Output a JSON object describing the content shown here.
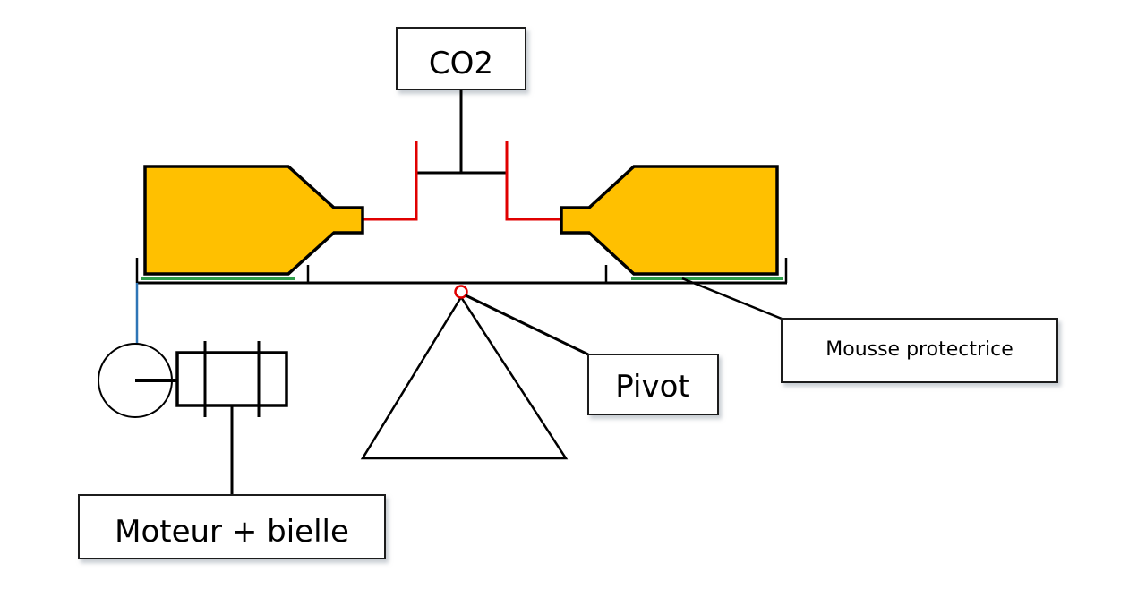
{
  "labels": {
    "co2": "CO2",
    "pivot": "Pivot",
    "foam": "Mousse protectrice",
    "motor": "Moteur + bielle"
  },
  "colors": {
    "bottle_fill": "#FFC000",
    "outline": "#000000",
    "pipe": "#E00000",
    "foam": "#2E9E4A",
    "rod": "#2E75B6",
    "pivot_marker": "#E00000",
    "shadow": "#d4d8de"
  }
}
